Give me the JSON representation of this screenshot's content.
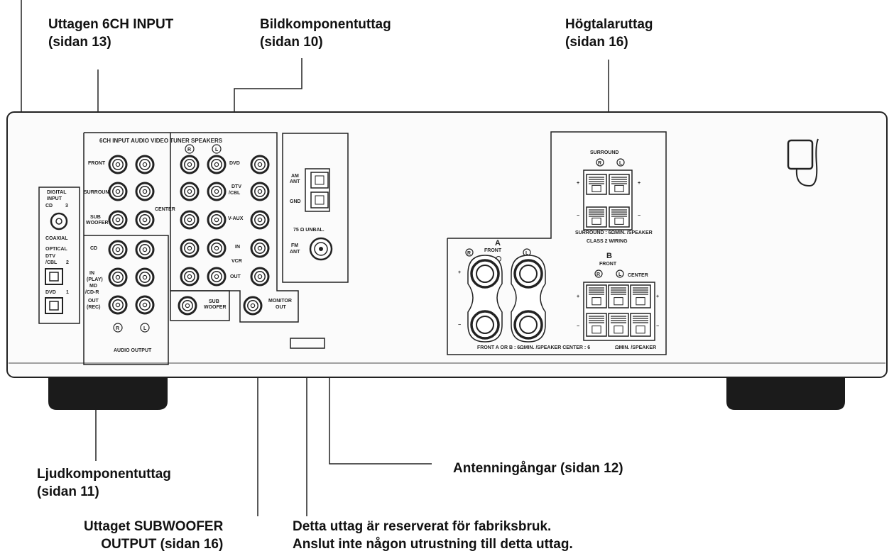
{
  "callouts": {
    "sixch_input": {
      "line1": "Uttagen 6CH INPUT",
      "line2": "(sidan 13)"
    },
    "video_jacks": {
      "line1": "Bildkomponentuttag",
      "line2": "(sidan 10)"
    },
    "speaker_jacks": {
      "line1": "Högtalaruttag",
      "line2": "(sidan 16)"
    },
    "audio_jacks": {
      "line1": "Ljudkomponentuttag",
      "line2": "(sidan 11)"
    },
    "antenna": {
      "line1": "Antenningångar (sidan 12)"
    },
    "subwoofer": {
      "line1": "Uttaget SUBWOOFER",
      "line2": "OUTPUT (sidan 16)"
    },
    "factory": {
      "line1": "Detta uttag är reserverat för fabriksbruk.",
      "line2": "Anslut inte någon utrustning till detta uttag."
    }
  },
  "panel": {
    "header": "6CH INPUT AUDIO VIDEO TUNER SPEAKERS",
    "digital_input": {
      "title1": "DIGITAL",
      "title2": "INPUT",
      "cd": "CD",
      "cd_num": "3",
      "coaxial": "COAXIAL",
      "optical": "OPTICAL",
      "dtv": "DTV",
      "cbl": "/CBL",
      "dtv_num": "2",
      "dvd": "DVD",
      "dvd_num": "1"
    },
    "sixch": {
      "front": "FRONT",
      "surround": "SURROUND",
      "sub": "SUB",
      "woofer": "WOOFER",
      "center": "CENTER"
    },
    "audio": {
      "cd": "CD",
      "in": "IN",
      "play": "(PLAY)",
      "md": "MD",
      "cdr": "/CD-R",
      "out": "OUT",
      "rec": "(REC)",
      "right": "R",
      "left": "L",
      "output": "AUDIO OUTPUT"
    },
    "video": {
      "right": "R",
      "left": "L",
      "dvd": "DVD",
      "dtv": "DTV",
      "cbl": "/CBL",
      "vaux": "V-AUX",
      "in": "IN",
      "vcr": "VCR",
      "out": "OUT",
      "monitor": "MONITOR",
      "monitor_out": "OUT",
      "sub": "SUB",
      "woofer": "WOOFER"
    },
    "tuner": {
      "am": "AM",
      "ant": "ANT",
      "gnd": "GND",
      "unbal": "75 Ω UNBAL.",
      "fm": "FM",
      "fm_ant": "ANT"
    },
    "speakers": {
      "surround": "SURROUND",
      "surround_note": "SURROUND : 6ΩMIN. /SPEAKER",
      "class": "CLASS 2 WIRING",
      "a": "A",
      "a_front": "FRONT",
      "b": "B",
      "b_front": "FRONT",
      "center": "CENTER",
      "front_note": "FRONT A OR B : 6ΩMIN. /SPEAKER CENTER : 6",
      "b_note": "ΩMIN. /SPEAKER",
      "plus": "+",
      "minus": "−",
      "right": "R",
      "left": "L"
    }
  }
}
